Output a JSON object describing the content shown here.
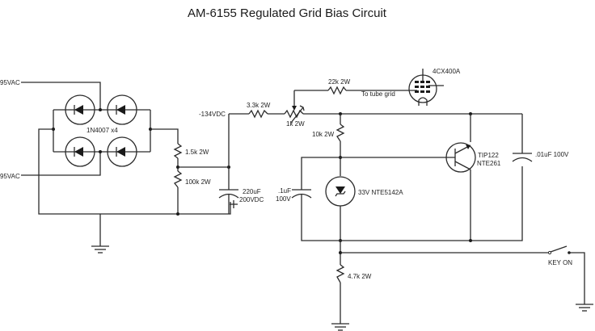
{
  "title": "AM-6155 Regulated Grid Bias Circuit",
  "labels": {
    "ac_top": "95VAC",
    "ac_bottom": "95VAC",
    "bridge": "1N4007 x4",
    "r_1k5": "1.5k 2W",
    "r_100k": "100k 2W",
    "vdc": "-134VDC",
    "r_3k3": "3.3k 2W",
    "pot_1k": "1k 2W",
    "r_22k": "22k 2W",
    "to_grid": "To tube grid",
    "tube": "4CX400A",
    "r_10k": "10k 2W",
    "c_220u_1": "220uF",
    "c_220u_2": "200VDC",
    "c_1u_1": ".1uF",
    "c_1u_2": "100V",
    "zener": "33V NTE5142A",
    "transistor_1": "TIP122",
    "transistor_2": "NTE261",
    "c_01u": ".01uF 100V",
    "switch": "KEY ON",
    "r_4k7": "4.7k 2W"
  }
}
